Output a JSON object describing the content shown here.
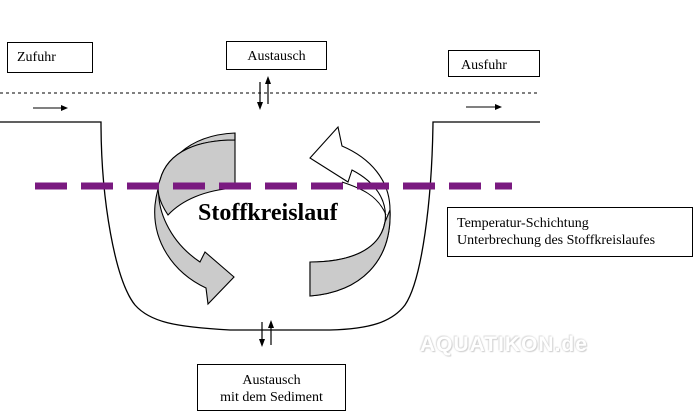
{
  "labels": {
    "zufuhr": "Zufuhr",
    "austausch_top": "Austausch",
    "ausfuhr": "Ausfuhr",
    "schichtung_line1": "Temperatur-Schichtung",
    "schichtung_line2": "Unterbrechung des Stoffkreislaufes",
    "sediment_line1": "Austausch",
    "sediment_line2": "mit dem Sediment",
    "cycle": "Stoffkreislauf"
  },
  "watermark": "AQUATIKON.de",
  "colors": {
    "thermocline": "#7a1a80",
    "cycle_arrow_fill": "#c8c8c8",
    "line": "#000000"
  }
}
